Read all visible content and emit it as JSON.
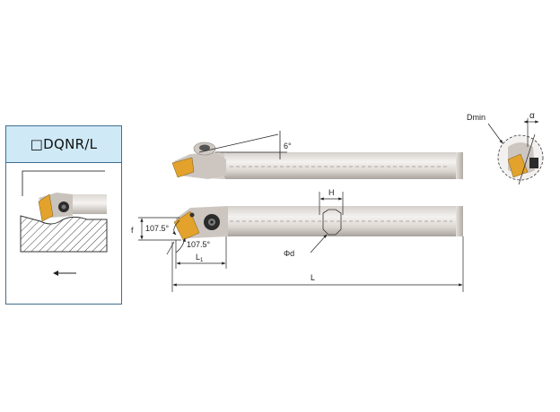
{
  "series_panel": {
    "title": "□DQNR/L"
  },
  "labels": {
    "side_angle": "6°",
    "h_dim": "H",
    "f_dim": "f",
    "angle_left": "107.5°",
    "angle_right": "107.5°",
    "l1_main": "L",
    "l1_sub": "1",
    "diameter": "Φd",
    "length": "L",
    "dmin": "Dmin",
    "alpha": "α"
  },
  "colors": {
    "insert": "#e2a22b",
    "shank_light": "#f1eeeb",
    "shank_dark": "#bdb6b0",
    "panel_header": "#cfe9f6"
  }
}
